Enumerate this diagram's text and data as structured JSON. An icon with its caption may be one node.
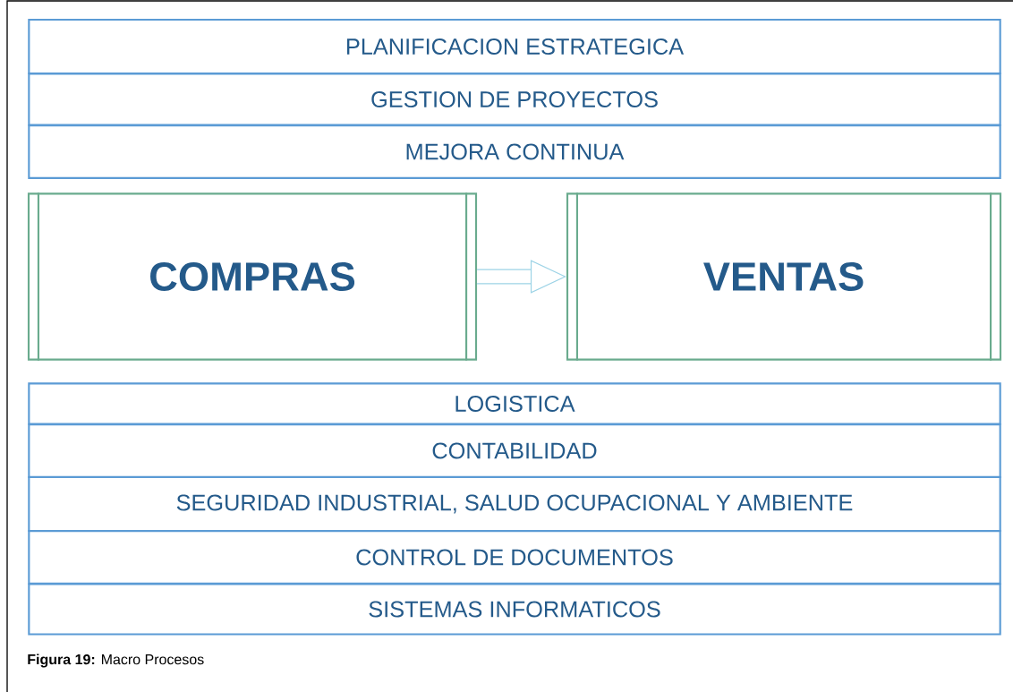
{
  "diagram": {
    "caption": "**Figura 19:** Macro Procesos",
    "nodes": [
      {
        "text": [
          "PLANIFICACION ESTRATEGICA"
        ]
      },
      {
        "text": [
          "GESTION DE PROYECTOS"
        ]
      },
      {
        "text": [
          "MEJORA CONTINUA"
        ]
      },
      {
        "text": [
          "COMPRAS"
        ]
      },
      {
        "text": [
          "VENTAS"
        ]
      },
      {
        "text": [
          "LOGISTICA"
        ]
      },
      {
        "text": [
          "CONTABILIDAD"
        ]
      },
      {
        "text": [
          "SEGURIDAD INDUSTRIAL, SALUD OCUPACIONAL Y AMBIENTE"
        ]
      },
      {
        "text": [
          "CONTROL DE DOCUMENTOS"
        ]
      },
      {
        "text": [
          "SISTEMAS INFORMATICOS"
        ]
      }
    ],
    "edges": [
      {
        "from": 3,
        "to": 4,
        "arrow": "to"
      }
    ]
  }
}
